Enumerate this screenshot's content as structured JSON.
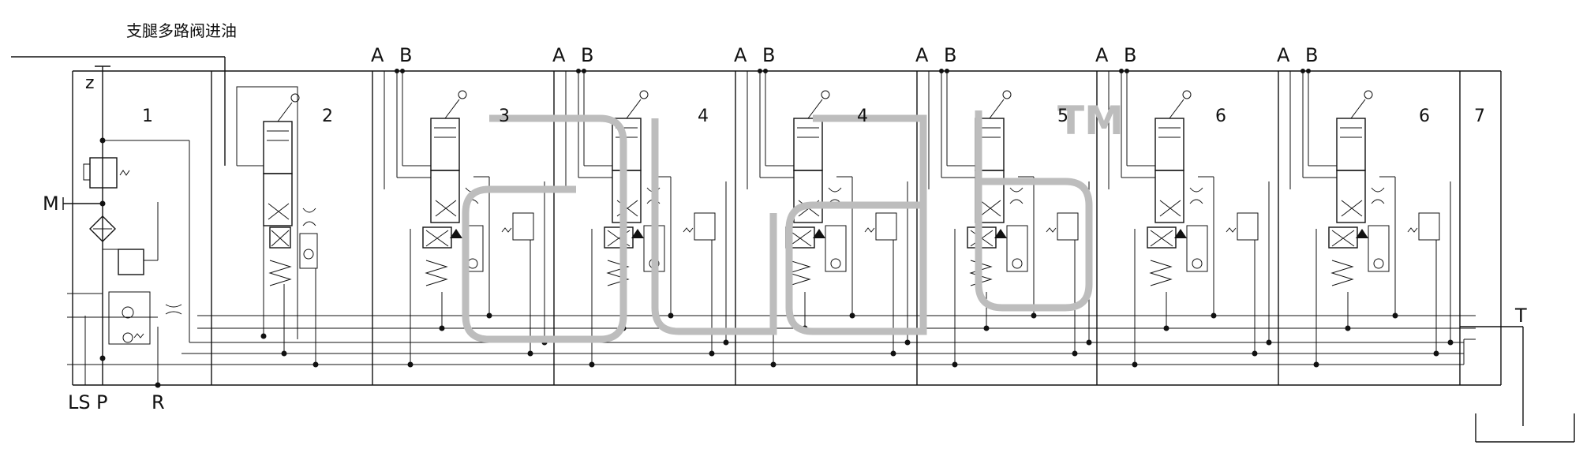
{
  "title": "支腿多路阀进油",
  "inlet_labels": {
    "z": "z",
    "m": "M",
    "ls": "LS",
    "p": "P",
    "r": "R",
    "t": "T"
  },
  "section_numbers": [
    "1",
    "2",
    "3",
    "4",
    "4",
    "5",
    "6",
    "6",
    "7"
  ],
  "port_a": "A",
  "port_b": "B",
  "watermark": "TM"
}
